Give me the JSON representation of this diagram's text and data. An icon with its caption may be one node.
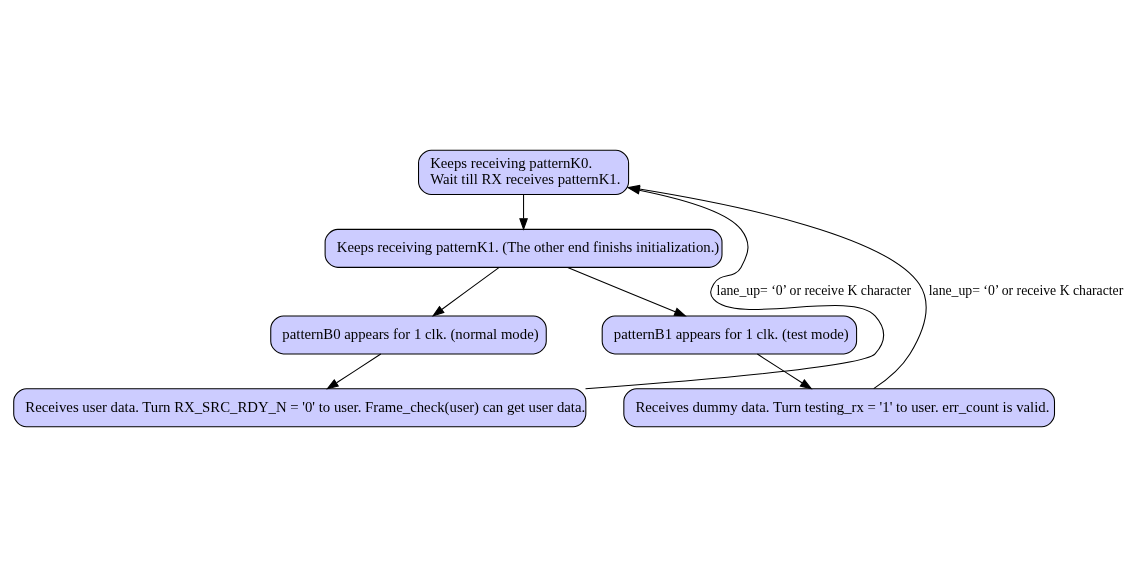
{
  "diagram": {
    "nodes": [
      {
        "text": [
          "Keeps receiving patternK0.",
          "Wait till RX receives patternK1."
        ]
      },
      {
        "text": [
          "Keeps receiving patternK1. (The other end finishs initialization.)"
        ]
      },
      {
        "text": [
          "patternB0 appears for 1 clk. (normal mode)"
        ]
      },
      {
        "text": [
          "patternB1 appears for 1 clk. (test mode)"
        ]
      },
      {
        "text": [
          "Receives user data. Turn RX_SRC_RDY_N = '0' to user. Frame_check(user) can get user data."
        ]
      },
      {
        "text": [
          "Receives dummy data. Turn testing_rx = '1' to user. err_count is valid."
        ]
      }
    ],
    "edges": [
      {
        "from": 0,
        "to": 1,
        "arrow": "to"
      },
      {
        "from": 1,
        "to": 2,
        "arrow": "to"
      },
      {
        "from": 1,
        "to": 3,
        "arrow": "to"
      },
      {
        "from": 2,
        "to": 4,
        "arrow": "to"
      },
      {
        "from": 3,
        "to": 5,
        "arrow": "to"
      },
      {
        "from": 4,
        "to": 0,
        "arrow": "to",
        "label": "lane_up= ‘0’ or receive K character"
      },
      {
        "from": 5,
        "to": 0,
        "arrow": "to",
        "label": "lane_up= ‘0’ or receive K character"
      }
    ]
  }
}
